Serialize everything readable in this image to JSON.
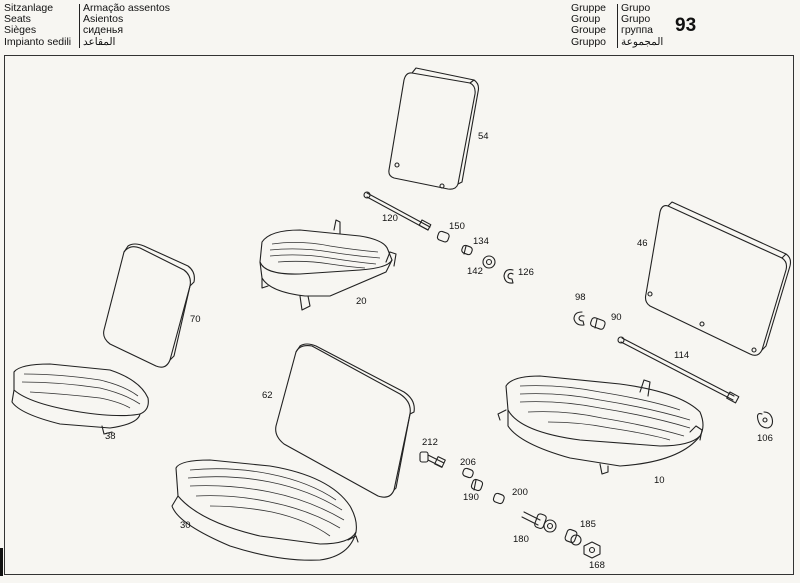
{
  "header": {
    "left": [
      "Sitzanlage",
      "Seats",
      "Sièges",
      "Impianto sedili"
    ],
    "middle": [
      "Armação assentos",
      "Asientos",
      "сиденья",
      "المقاعد"
    ],
    "group_labels": [
      "Gruppe",
      "Group",
      "Groupe",
      "Gruppo"
    ],
    "group_translations": [
      "Grupo",
      "Grupo",
      "группа",
      "المجموعة"
    ],
    "group_number": "93"
  },
  "parts": {
    "p54": "54",
    "p120": "120",
    "p150": "150",
    "p134": "134",
    "p142": "142",
    "p126": "126",
    "p20": "20",
    "p46": "46",
    "p98": "98",
    "p90": "90",
    "p114": "114",
    "p106": "106",
    "p10": "10",
    "p70": "70",
    "p38": "38",
    "p62": "62",
    "p30": "30",
    "p212": "212",
    "p206": "206",
    "p190": "190",
    "p200": "200",
    "p180": "180",
    "p185": "185",
    "p168": "168"
  }
}
